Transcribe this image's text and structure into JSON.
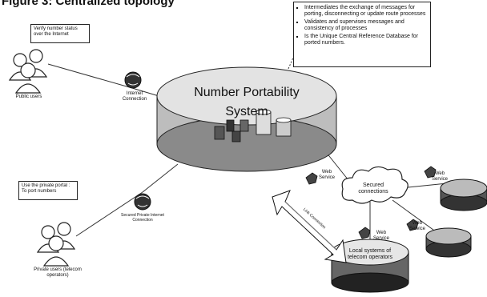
{
  "title": "Figure 3: Centralized topology",
  "central": {
    "line1": "Number Portability",
    "line2": "System"
  },
  "info_bullets": [
    "Intermediates the exchange of messages for porting, disconnecting or update route processes",
    "Validates and supervises messages and consistency of processes",
    "Is the Unique Central Reference Database for ported numbers."
  ],
  "public_callout": "Verify number status over the Internet",
  "public_users": "Public users",
  "internet_connection": "Internet Connection",
  "private_callout": "Use the private portal : To port numbers",
  "private_users": "Private users (telecom operators)",
  "secured_private": "Secured Private Internet Connection",
  "web_service": "Web Service",
  "secured_connections": "Secured connections",
  "link_label": "Link Connection",
  "local_systems": "Local systems of telecom operators"
}
